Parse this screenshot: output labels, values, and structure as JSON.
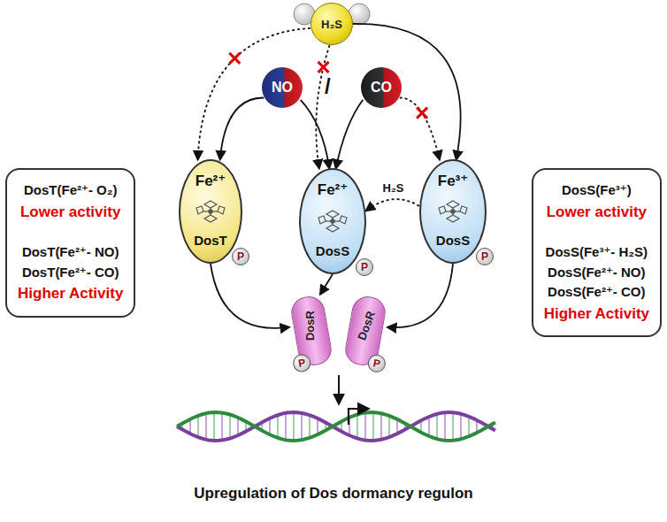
{
  "diagram": {
    "nodes": [
      {
        "text": [
          "H₂S"
        ]
      },
      {
        "text": [
          "NO"
        ]
      },
      {
        "text": [
          "CO"
        ]
      },
      {
        "text": [
          "Fe²⁺",
          "DosT"
        ]
      },
      {
        "text": [
          "P"
        ],
        "in": 3
      },
      {
        "text": [
          "Fe²⁺",
          "DosS"
        ]
      },
      {
        "text": [
          "P"
        ],
        "in": 5
      },
      {
        "text": [
          "Fe³⁺",
          "DosS"
        ]
      },
      {
        "text": [
          "P"
        ],
        "in": 7
      },
      {
        "text": [
          "DosR"
        ]
      },
      {
        "text": [
          "P"
        ],
        "in": 9
      },
      {
        "text": [
          "DosR"
        ]
      },
      {
        "text": [
          "P"
        ],
        "in": 11
      },
      {
        "text": [
          "DosT(Fe²⁺- O₂)",
          "Lower activity",
          "DosT(Fe²⁺- NO)",
          "DosT(Fe²⁺- CO)",
          "Higher Activity"
        ]
      },
      {
        "text": [
          "DosS(Fe³⁺)",
          "Lower activity",
          "DosS(Fe³⁺- H₂S)",
          "DosS(Fe²⁺- NO)",
          "DosS(Fe²⁺- CO)",
          "Higher Activity"
        ]
      }
    ],
    "edges": [
      {
        "from": 0,
        "to": 3,
        "arrow": "to"
      },
      {
        "from": 0,
        "to": 5,
        "arrow": "to"
      },
      {
        "from": 0,
        "to": 7,
        "arrow": "to"
      },
      {
        "from": 1,
        "to": 3,
        "arrow": "to"
      },
      {
        "from": 1,
        "to": 5,
        "arrow": "to"
      },
      {
        "from": 2,
        "to": 5,
        "arrow": "to"
      },
      {
        "from": 2,
        "to": 7,
        "arrow": "to"
      },
      {
        "from": 7,
        "to": 5,
        "label": "H₂S",
        "arrow": "to"
      },
      {
        "from": 3,
        "to": 9,
        "arrow": "to"
      },
      {
        "from": 5,
        "to": 9,
        "arrow": "to"
      },
      {
        "from": 7,
        "to": 11,
        "arrow": "to"
      }
    ],
    "labels": [
      "/",
      "Upregulation of Dos dormancy regulon"
    ]
  }
}
